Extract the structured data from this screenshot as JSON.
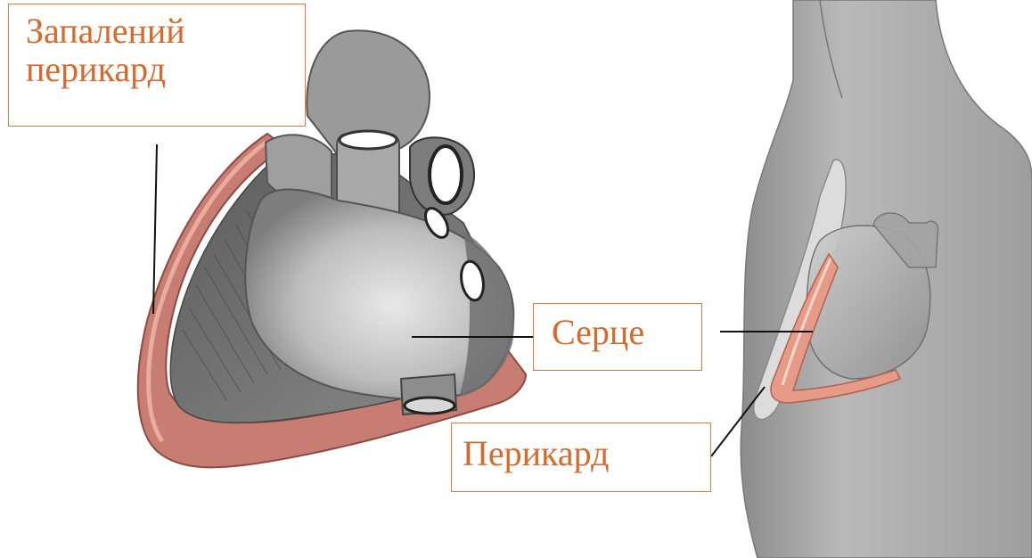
{
  "labels": {
    "inflamed_pericardium": {
      "line1": "Запалений",
      "line2": "перикард"
    },
    "heart": "Серце",
    "pericardium": "Перикард"
  },
  "colors": {
    "label_text": "#d9692a",
    "label_border": "#e07a3e",
    "pericardium_fill": "#c77d72",
    "pericardium_highlight": "#f3b8a6",
    "heart_gray": "#9a9a9a",
    "body_gray": "#b8b8b8",
    "leader_line": "#111111"
  }
}
